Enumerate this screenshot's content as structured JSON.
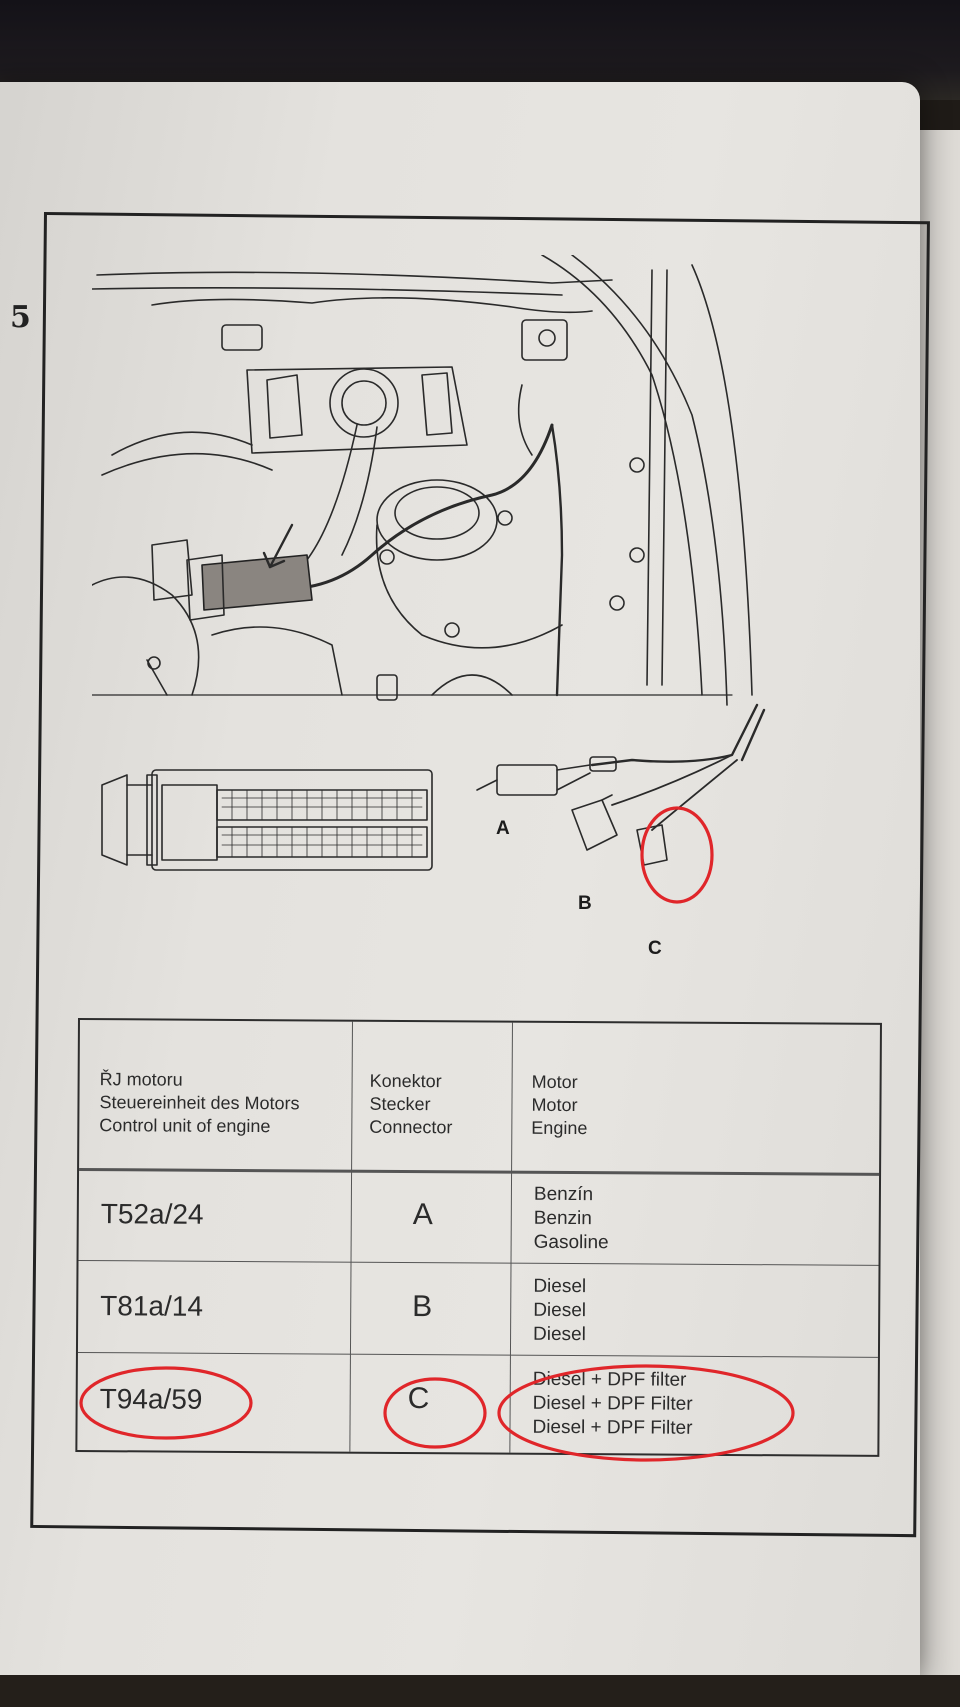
{
  "page": {
    "number": "5"
  },
  "diagram": {
    "connector_labels": [
      "A",
      "B",
      "C"
    ]
  },
  "table": {
    "headers": {
      "control_unit": [
        "ŘJ motoru",
        "Steuereinheit des Motors",
        "Control unit of engine"
      ],
      "connector": [
        "Konektor",
        "Stecker",
        "Connector"
      ],
      "engine": [
        "Motor",
        "Motor",
        "Engine"
      ]
    },
    "rows": [
      {
        "control_unit": "T52a/24",
        "connector": "A",
        "engine": [
          "Benzín",
          "Benzin",
          "Gasoline"
        ]
      },
      {
        "control_unit": "T81a/14",
        "connector": "B",
        "engine": [
          "Diesel",
          "Diesel",
          "Diesel"
        ]
      },
      {
        "control_unit": "T94a/59",
        "connector": "C",
        "engine": [
          "Diesel + DPF filter",
          "Diesel + DPF Filter",
          "Diesel + DPF Filter"
        ]
      }
    ]
  },
  "highlights": {
    "color": "#e0262a",
    "marked": [
      "connector-c-drawing",
      "row-3-control-unit",
      "row-3-connector",
      "row-3-engine"
    ]
  }
}
